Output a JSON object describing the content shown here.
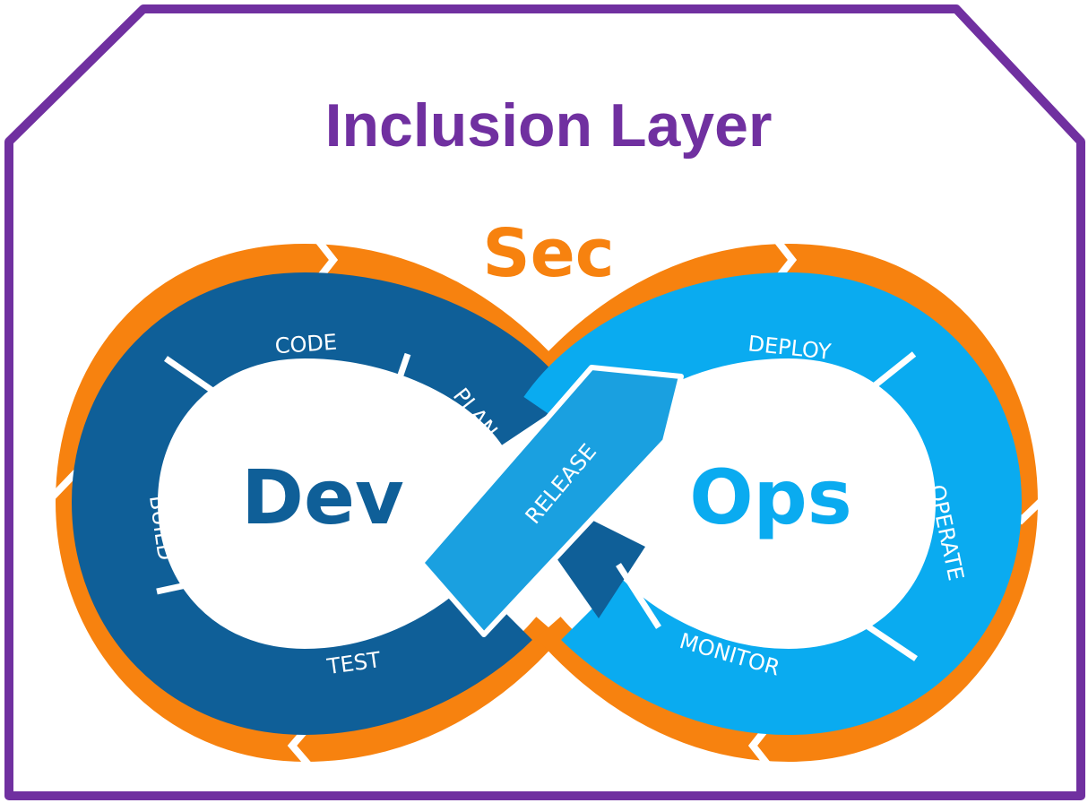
{
  "frame": {
    "title": "Inclusion Layer",
    "title_color": "#7030a0",
    "border_color": "#7030a0"
  },
  "diagram": {
    "sec_label": "Sec",
    "dev_label": "Dev",
    "ops_label": "Ops",
    "colors": {
      "sec": "#f7820f",
      "dev": "#0f5f98",
      "ops": "#0aabf0"
    },
    "dev_stages": [
      "CODE",
      "PLAN",
      "BUILD",
      "TEST"
    ],
    "ops_stages": [
      "DEPLOY",
      "OPERATE",
      "MONITOR"
    ],
    "release_label": "RELEASE"
  }
}
